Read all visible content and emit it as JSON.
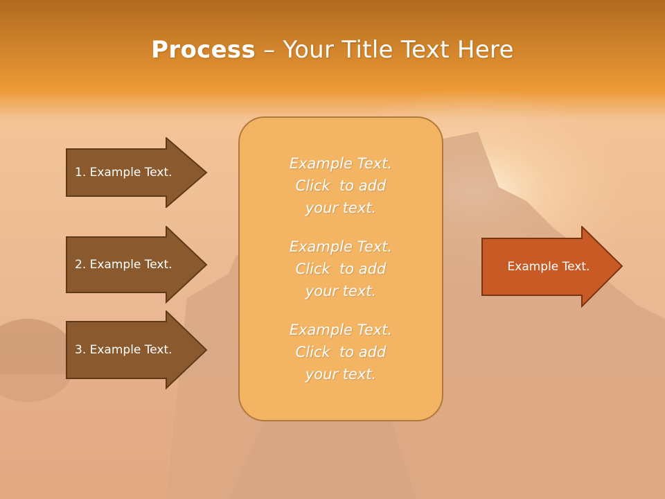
{
  "title": {
    "bold": "Process",
    "rest": " – Your Title Text Here"
  },
  "left_arrows": [
    {
      "label": "1. Example Text."
    },
    {
      "label": "2. Example Text."
    },
    {
      "label": "3. Example Text."
    }
  ],
  "center_box": {
    "paragraphs": [
      {
        "line1": "Example Text.",
        "line2": "Click  to add",
        "line3": "your text."
      },
      {
        "line1": "Example Text.",
        "line2": "Click  to add",
        "line3": "your text."
      },
      {
        "line1": "Example Text.",
        "line2": "Click  to add",
        "line3": "your text."
      }
    ]
  },
  "right_arrow": {
    "label": "Example Text."
  },
  "colors": {
    "title_band": "#e8962a",
    "left_arrow_fill": "#8a5a2e",
    "right_arrow_fill": "#c85a26",
    "center_box_fill": "#f3b464"
  }
}
